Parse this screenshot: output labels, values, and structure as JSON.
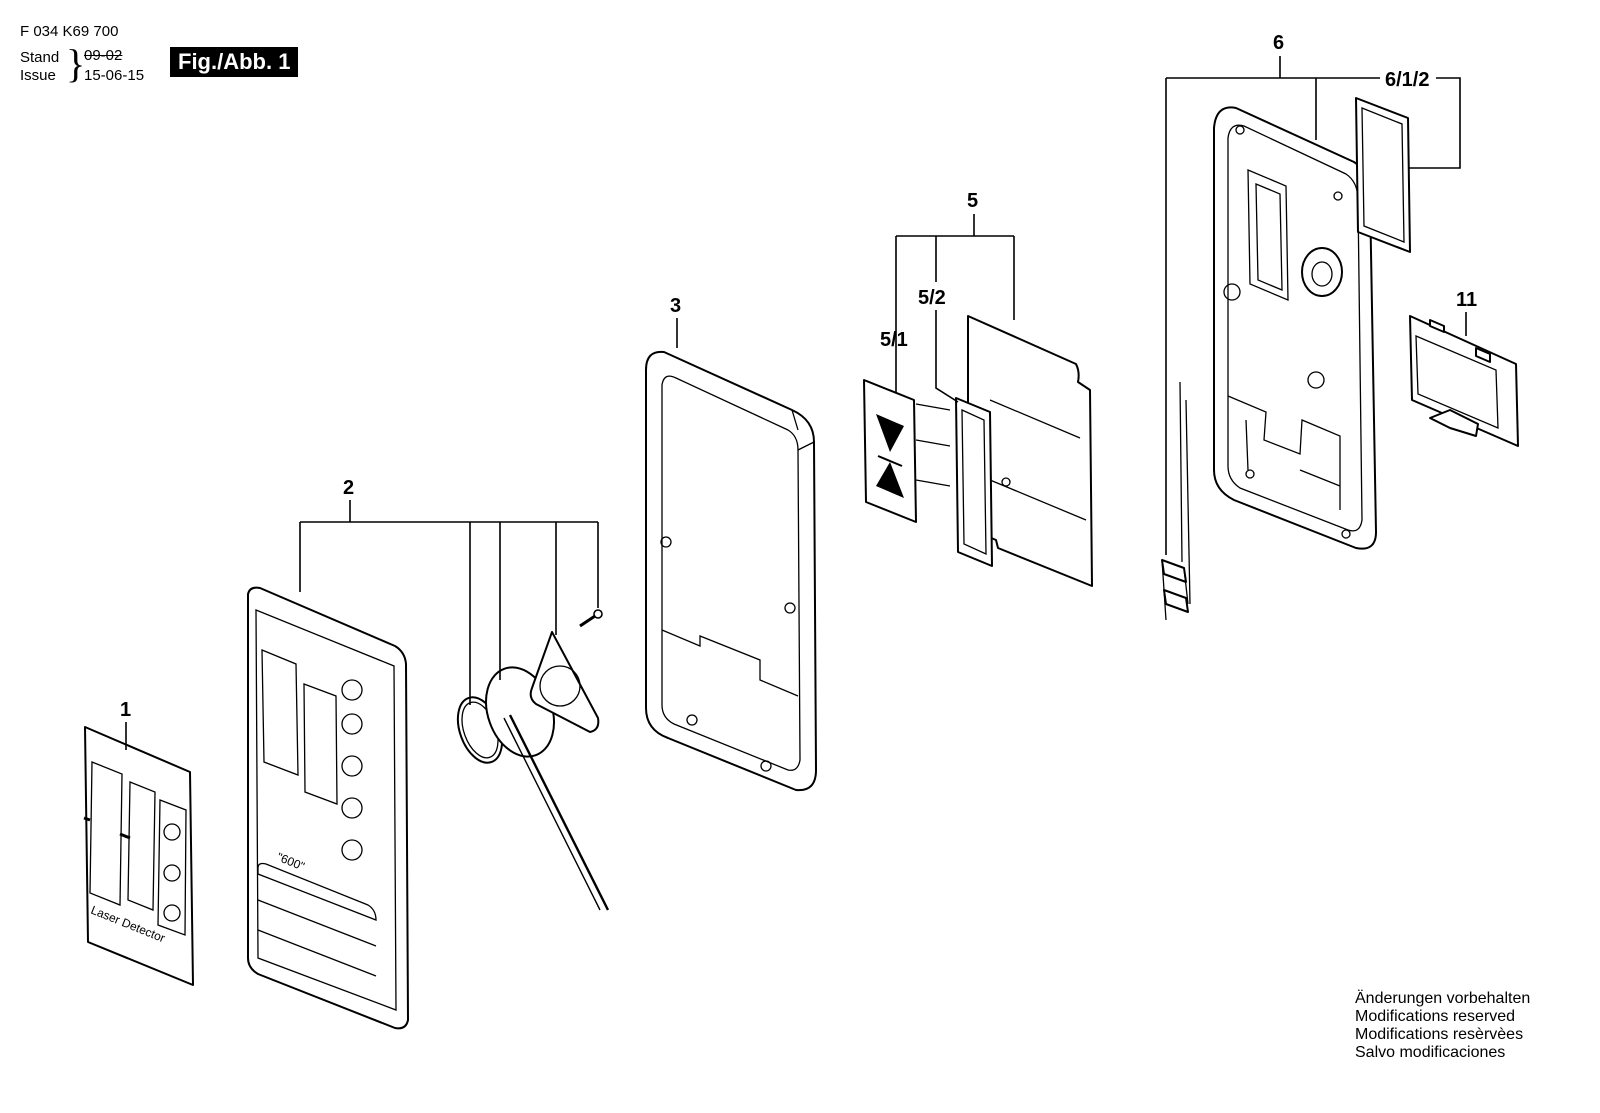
{
  "header": {
    "part_number": "F 034 K69 700",
    "stand_label": "Stand",
    "issue_label": "Issue",
    "old_date": "09-02",
    "new_date": "15-06-15",
    "figure_tag": "Fig./Abb. 1"
  },
  "callouts": {
    "c1": "1",
    "c2": "2",
    "c3": "3",
    "c5": "5",
    "c5_1": "5/1",
    "c5_2": "5/2",
    "c6": "6",
    "c6_1_2": "6/1/2",
    "c11": "11"
  },
  "part_text": {
    "label_caption": "Laser Detector",
    "housing_marking": "\"600\""
  },
  "footer": {
    "line1": "Änderungen vorbehalten",
    "line2": "Modifications reserved",
    "line3": "Modifications resèrvèes",
    "line4": "Salvo modificaciones"
  }
}
